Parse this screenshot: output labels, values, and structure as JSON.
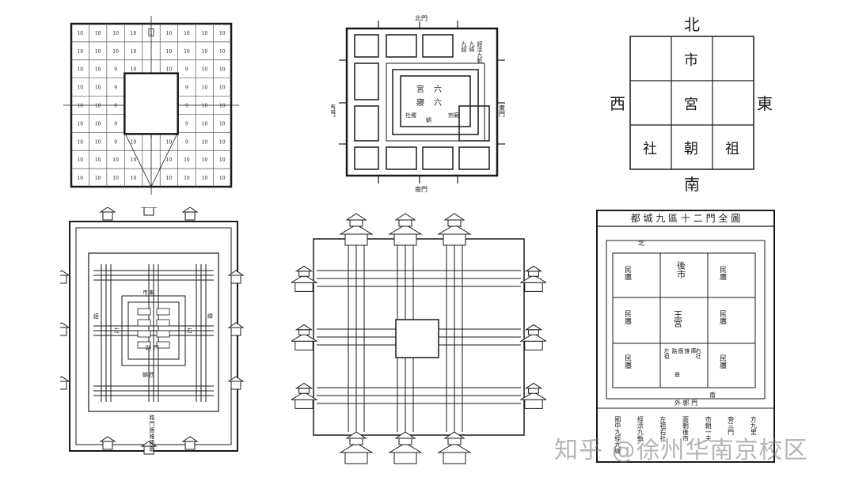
{
  "panel1": {
    "cell_value": "10",
    "inner_value": "9",
    "gate_north": "1",
    "gate_south": "1"
  },
  "panel2": {
    "gate_top": "北門",
    "gate_bottom": "南門",
    "left_label": "西門",
    "right_label": "東門",
    "column_right": [
      "九經",
      "九緯",
      "經涂九軌"
    ],
    "palace_top": [
      "宮",
      "六"
    ],
    "palace_mid": [
      "寢",
      "六"
    ],
    "palace_low_left": "社稷",
    "palace_low_right": "宗廟",
    "palace_center": "朝"
  },
  "panel3": {
    "north": "北",
    "south": "南",
    "east": "東",
    "west": "西",
    "grid": [
      [
        "",
        "市",
        ""
      ],
      [
        "",
        "宮",
        ""
      ],
      [
        "社",
        "朝",
        "祖"
      ]
    ]
  },
  "panel4": {
    "labels": [
      "東",
      "市",
      "西",
      "朝",
      "左",
      "右",
      "經",
      "緯",
      "路",
      "門"
    ],
    "bottom_column": [
      "路",
      "門",
      "應",
      "雉",
      "庫",
      "皋"
    ]
  },
  "panel6": {
    "title": "都 城 九 區 十 二 門 全 圖",
    "north_gate": "北",
    "south_gate": "南",
    "grid": [
      [
        "民廛",
        "後市",
        "民廛"
      ],
      [
        "民廛",
        "王宮",
        "民廛"
      ],
      [
        "民廛",
        "",
        "民廛"
      ]
    ],
    "center_bottom": [
      "路",
      "應",
      "雉",
      "庫",
      "皋"
    ],
    "center_left": "左祖",
    "center_right": "右社",
    "outer_label": "外 郭 門",
    "footer_columns": [
      "國中九經九緯",
      "經涂九軌",
      "左祖右社",
      "面朝後市",
      "市朝一夫",
      "旁三門",
      "方九里"
    ]
  },
  "watermark": {
    "text": "知乎 @徐州华南京校区"
  }
}
